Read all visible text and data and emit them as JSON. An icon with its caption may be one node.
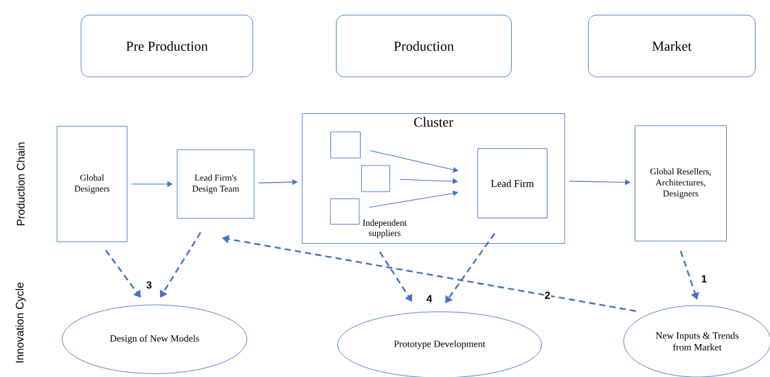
{
  "diagram": {
    "nodes": [
      {
        "text": [
          "Pre Production"
        ]
      },
      {
        "text": [
          "Production"
        ]
      },
      {
        "text": [
          "Market"
        ]
      },
      {
        "text": [
          "Global Designers"
        ]
      },
      {
        "text": [
          "Lead Firm's Design Team"
        ]
      },
      {
        "text": [
          "Cluster"
        ]
      },
      {
        "text": [],
        "shape": "box",
        "in": 5
      },
      {
        "text": [],
        "shape": "box",
        "in": 5
      },
      {
        "text": [],
        "shape": "box",
        "in": 5
      },
      {
        "text": [
          "Lead Firm"
        ],
        "in": 5
      },
      {
        "text": [
          "Global Resellers, Architectures, Designers"
        ]
      },
      {
        "text": [
          "Design of New Models"
        ]
      },
      {
        "text": [
          "Prototype Development"
        ]
      },
      {
        "text": [
          "New Inputs & Trends from Market"
        ]
      }
    ],
    "edges": [
      {
        "from": 3,
        "to": 4,
        "arrow": "to"
      },
      {
        "from": 4,
        "to": 5,
        "arrow": "to"
      },
      {
        "from": 6,
        "to": 9,
        "arrow": "to"
      },
      {
        "from": 7,
        "to": 9,
        "arrow": "to"
      },
      {
        "from": 8,
        "to": 9,
        "arrow": "to"
      },
      {
        "from": 5,
        "to": 10,
        "arrow": "to"
      },
      {
        "from": 10,
        "to": 13,
        "arrow": "to",
        "label": "1",
        "style": "dashed"
      },
      {
        "from": 13,
        "to": 4,
        "arrow": "to",
        "label": "2",
        "style": "dashed"
      },
      {
        "from": 3,
        "to": 11,
        "arrow": "to",
        "label": "3",
        "style": "dashed"
      },
      {
        "from": 4,
        "to": 11,
        "arrow": "to",
        "style": "dashed"
      },
      {
        "from": 5,
        "to": 12,
        "arrow": "to",
        "label": "4",
        "style": "dashed"
      },
      {
        "from": 9,
        "to": 12,
        "arrow": "to",
        "style": "dashed"
      }
    ],
    "labels": [
      "Production Chain",
      "Innovation Cycle",
      "Independent suppliers"
    ]
  }
}
